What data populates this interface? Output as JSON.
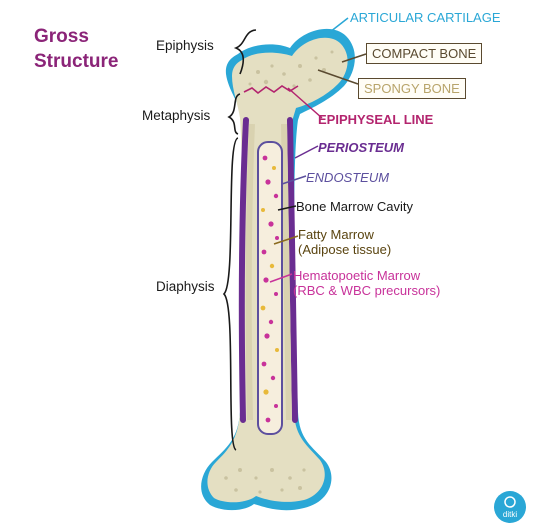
{
  "title": "Gross Structure",
  "regions": {
    "epiphysis": "Epiphysis",
    "metaphysis": "Metaphysis",
    "diaphysis": "Diaphysis"
  },
  "labels": {
    "articular_cartilage": "ARTICULAR CARTILAGE",
    "compact_bone": "COMPACT BONE",
    "spongy_bone": "SPONGY BONE",
    "epiphyseal_line": "EPIPHYSEAL LINE",
    "periosteum": "PERIOSTEUM",
    "endosteum": "ENDOSTEUM",
    "bone_marrow_cavity": "Bone Marrow Cavity",
    "fatty_marrow_line1": "Fatty Marrow",
    "fatty_marrow_line2": "(Adipose tissue)",
    "hematopoetic_line1": "Hematopoetic Marrow",
    "hematopoetic_line2": "(RBC & WBC precursors)"
  },
  "logo_text": "ditki",
  "colors": {
    "title": "#8b2478",
    "articular_cartilage": "#2aa7d6",
    "bone": "#e4dfc2",
    "periosteum": "#6a2d91",
    "endosteum": "#5c4f9e",
    "epiphyseal_line": "#b3246e",
    "hematopoetic": "#c8329a",
    "fatty": "#e8b93a",
    "text_dark": "#1a1a1a"
  }
}
